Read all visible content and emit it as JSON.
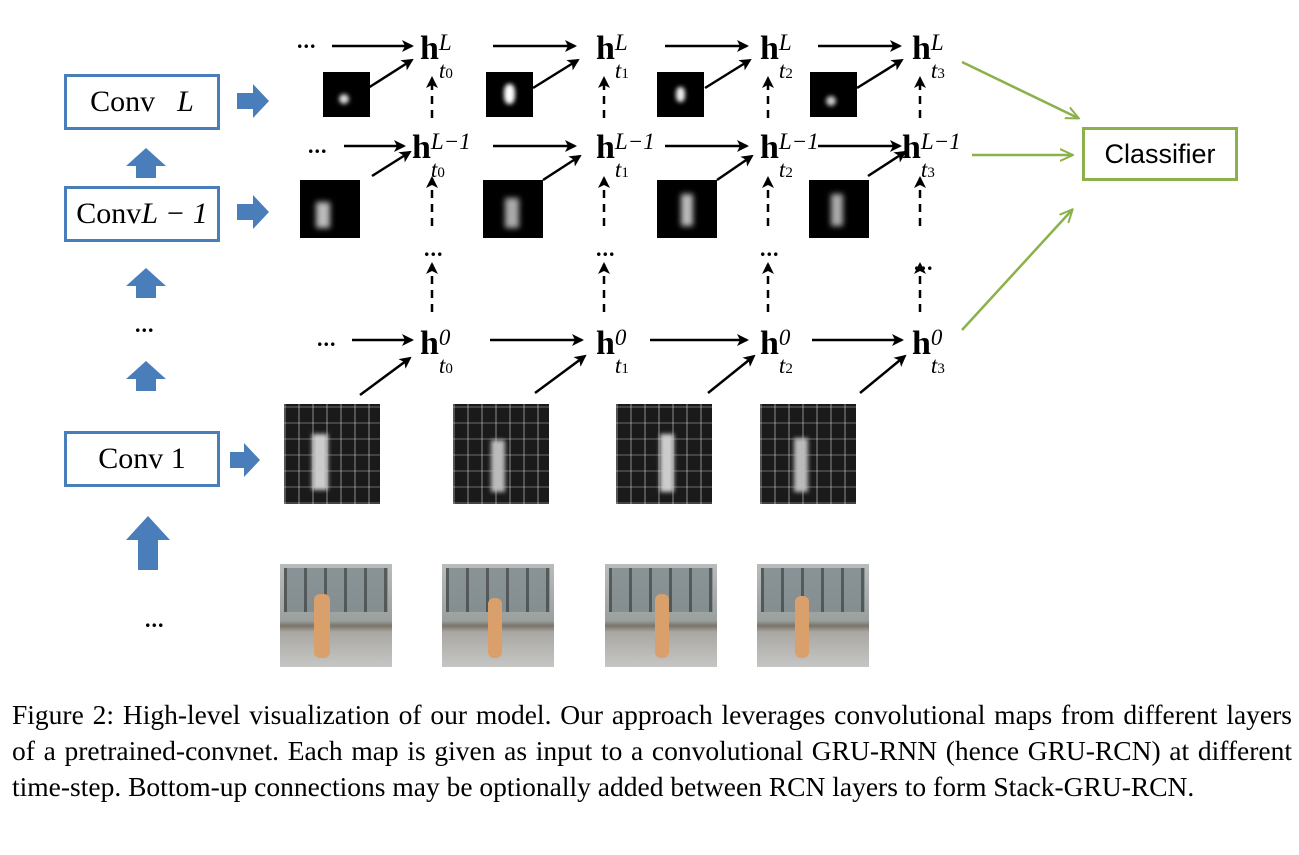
{
  "layers": {
    "convL": {
      "prefix": "Conv",
      "var": "L"
    },
    "convL1": {
      "prefix": "Conv",
      "var": "L − 1"
    },
    "conv1": {
      "label": "Conv 1"
    },
    "dots": "..."
  },
  "hidden": {
    "symbol": "h",
    "top_sup": "L",
    "mid_sup": "L−1",
    "bot_sup": "0",
    "times": [
      "t0",
      "t1",
      "t2",
      "t3"
    ],
    "time_base": "t",
    "time_subs": [
      "0",
      "1",
      "2",
      "3"
    ]
  },
  "ellipsis": "...",
  "classifier": {
    "label": "Classifier"
  },
  "caption": {
    "text": "Figure 2: High-level visualization of our model. Our approach leverages convolutional maps from different layers of a pretrained-convnet. Each map is given as input to a convolutional GRU-RNN (hence GRU-RCN) at different time-step. Bottom-up connections may be optionally added between RCN layers to form Stack-GRU-RCN."
  },
  "colors": {
    "layer_box": "#4a7ebb",
    "layer_arrow": "#4a7ebb",
    "classifier": "#8bb14b",
    "classifier_arrow": "#8bb14b",
    "recurrent_arrow": "#000000"
  }
}
